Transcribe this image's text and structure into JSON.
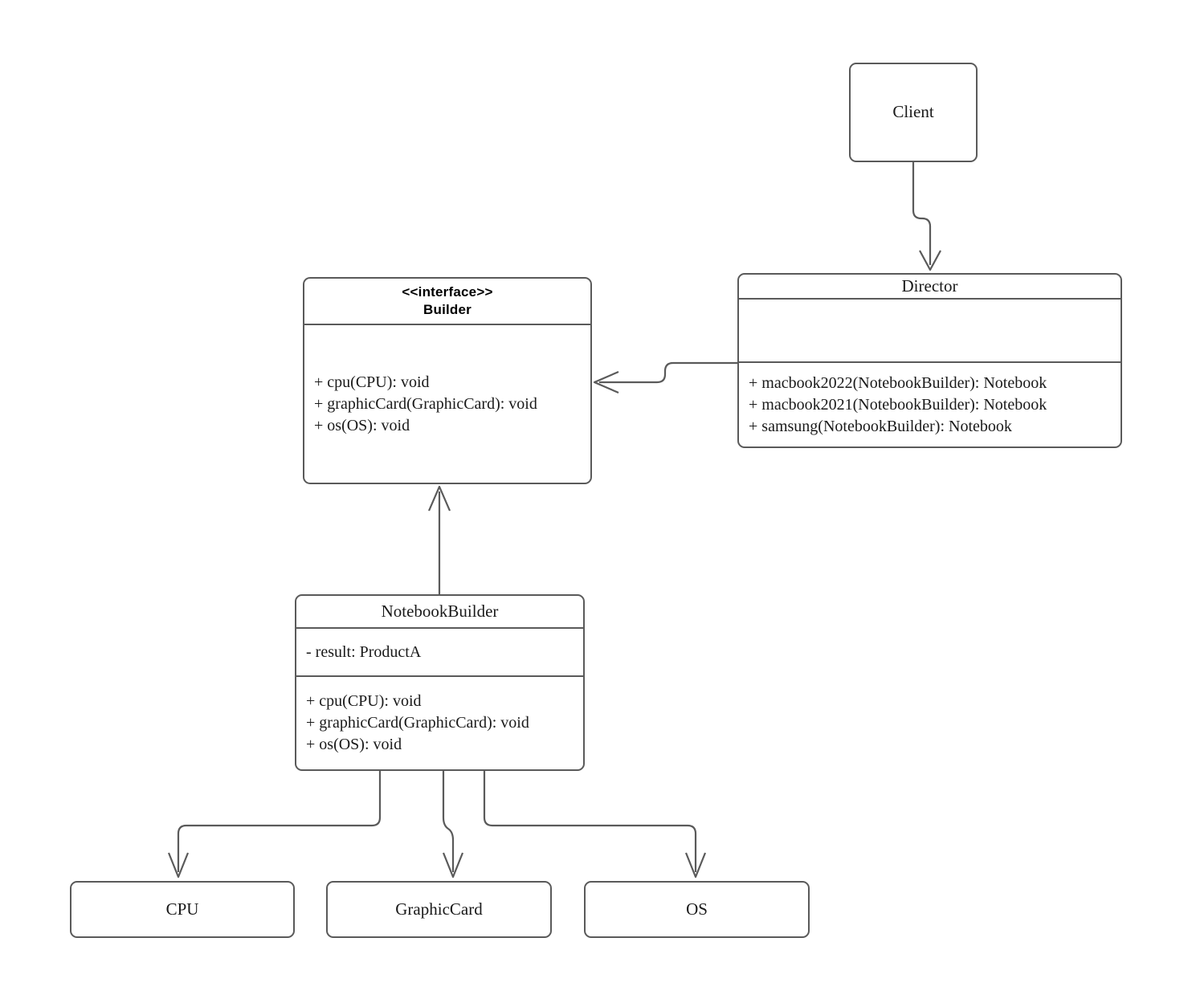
{
  "diagram": {
    "title": "Builder design pattern UML class diagram",
    "stroke_color": "#5a5a5a",
    "text_color": "#1a1a1a",
    "background": "#ffffff"
  },
  "nodes": {
    "client": {
      "label": "Client"
    },
    "director": {
      "title": "Director",
      "attributes": [],
      "methods": [
        "+ macbook2022(NotebookBuilder): Notebook",
        "+ macbook2021(NotebookBuilder): Notebook",
        "+ samsung(NotebookBuilder): Notebook"
      ]
    },
    "builder": {
      "stereotype": "<<interface>>",
      "title": "Builder",
      "methods": [
        "+ cpu(CPU): void",
        "+ graphicCard(GraphicCard): void",
        "+ os(OS): void"
      ]
    },
    "notebook_builder": {
      "title": "NotebookBuilder",
      "attributes": [
        "- result: ProductA"
      ],
      "methods": [
        "+ cpu(CPU): void",
        "+ graphicCard(GraphicCard): void",
        "+ os(OS): void"
      ]
    },
    "cpu": {
      "label": "CPU"
    },
    "graphic_card": {
      "label": "GraphicCard"
    },
    "os": {
      "label": "OS"
    }
  },
  "edges": [
    {
      "name": "client-to-director",
      "from": "client",
      "to": "director",
      "arrow": "open"
    },
    {
      "name": "director-to-builder",
      "from": "director",
      "to": "builder",
      "arrow": "open"
    },
    {
      "name": "notebookbuilder-to-builder",
      "from": "notebook_builder",
      "to": "builder",
      "arrow": "open"
    },
    {
      "name": "notebookbuilder-to-cpu",
      "from": "notebook_builder",
      "to": "cpu",
      "arrow": "open"
    },
    {
      "name": "notebookbuilder-to-graphiccard",
      "from": "notebook_builder",
      "to": "graphic_card",
      "arrow": "open"
    },
    {
      "name": "notebookbuilder-to-os",
      "from": "notebook_builder",
      "to": "os",
      "arrow": "open"
    }
  ]
}
